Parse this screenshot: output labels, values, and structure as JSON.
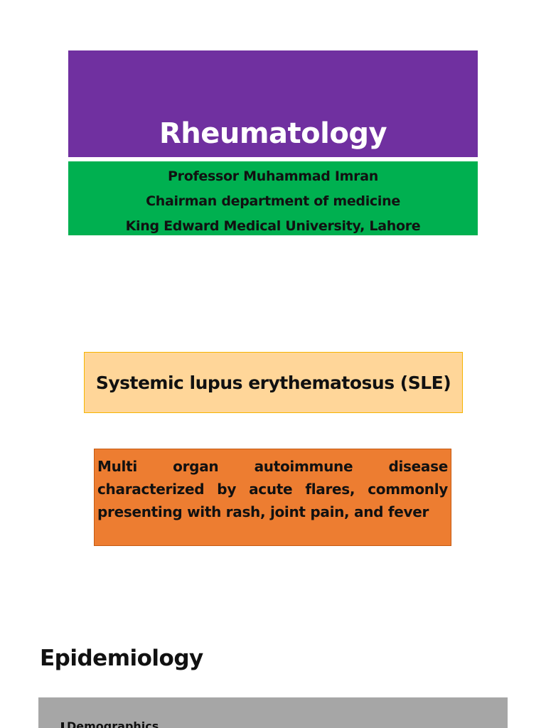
{
  "title": {
    "text": "Rheumatology"
  },
  "author": {
    "lines": [
      "Professor Muhammad Imran",
      "Chairman department of medicine",
      "King Edward Medical University, Lahore"
    ]
  },
  "topic": {
    "heading": "Systemic lupus erythematosus (SLE)"
  },
  "definition": {
    "text": "Multi organ autoimmune disease characterized by acute flares, commonly presenting with rash, joint pain, and fever"
  },
  "epidemiology": {
    "heading": "Epidemiology",
    "items": [
      "Demographics"
    ]
  },
  "colors": {
    "title_bg": "#7030a0",
    "author_bg": "#00b050",
    "topic_bg": "#ffd699",
    "definition_bg": "#ed7d31",
    "panel_bg": "#a6a6a6"
  }
}
